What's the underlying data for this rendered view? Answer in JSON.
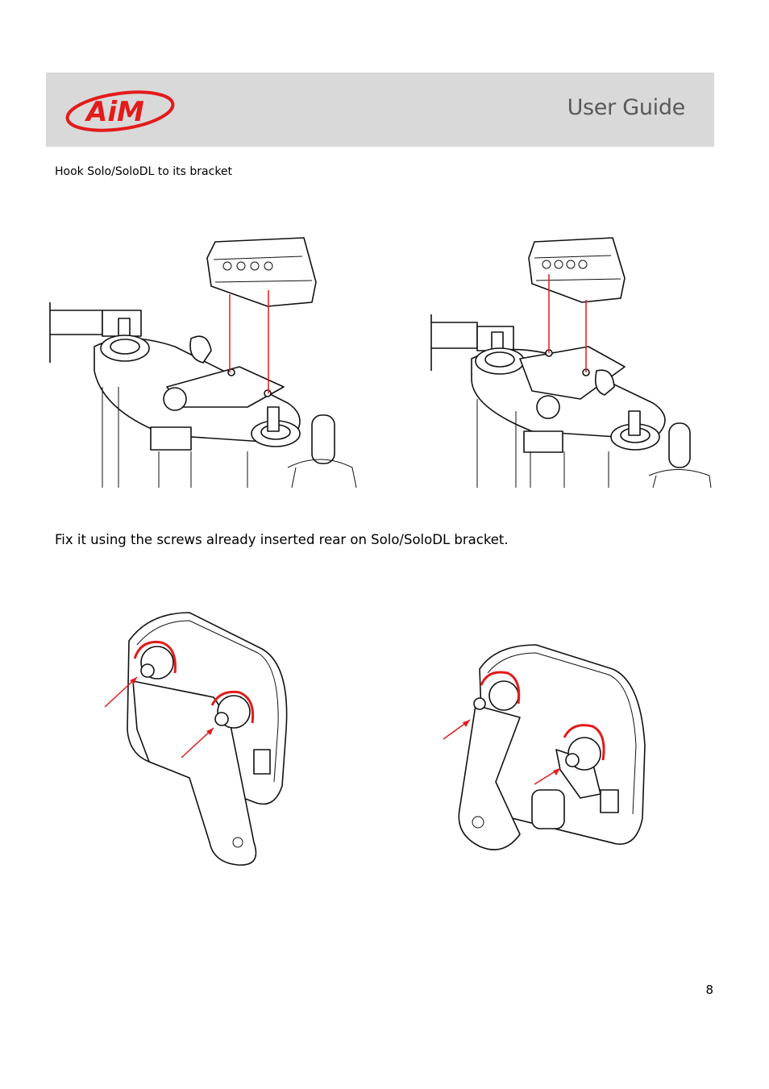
{
  "header": {
    "logo_text": "AiM",
    "title": "User Guide",
    "brand_color": "#e31b1b",
    "band_color": "#d9d9d9"
  },
  "section1": {
    "caption": "Hook Solo/SoloDL to its bracket"
  },
  "section2": {
    "caption": "Fix it using the screws already inserted rear on Solo/SoloDL bracket."
  },
  "footer": {
    "page_number": "8"
  }
}
